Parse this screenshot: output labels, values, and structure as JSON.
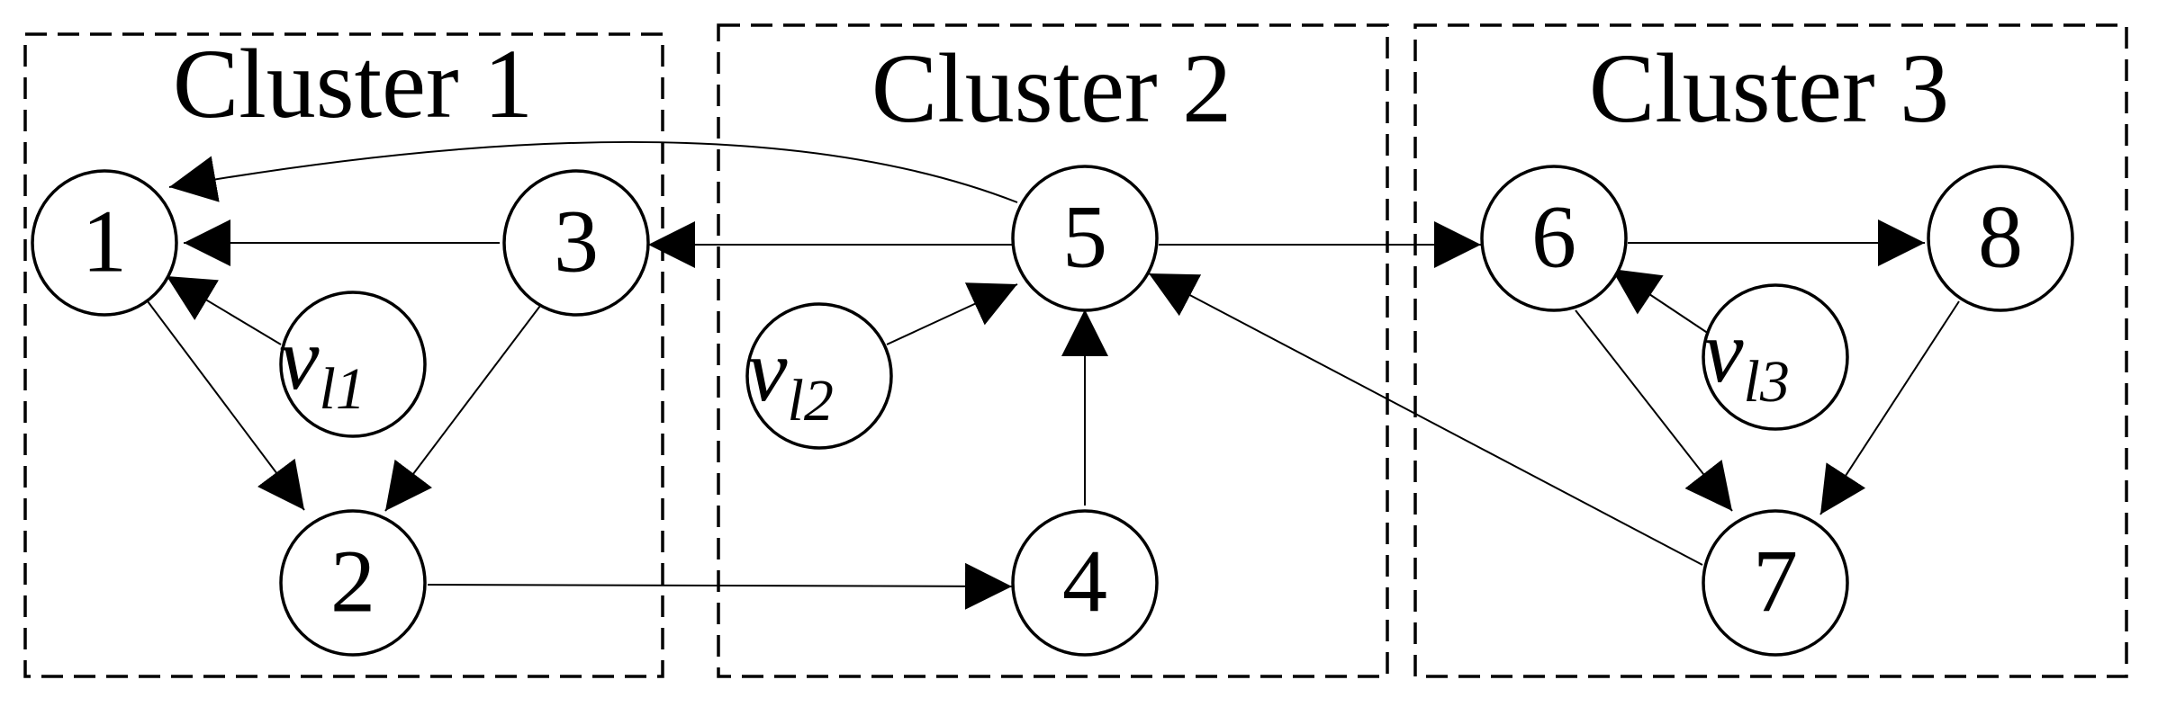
{
  "clusters": [
    {
      "id": "c1",
      "label": "Cluster 1"
    },
    {
      "id": "c2",
      "label": "Cluster 2"
    },
    {
      "id": "c3",
      "label": "Cluster 3"
    }
  ],
  "nodes": [
    {
      "id": "n1",
      "label": "1"
    },
    {
      "id": "n2",
      "label": "2"
    },
    {
      "id": "n3",
      "label": "3"
    },
    {
      "id": "n4",
      "label": "4"
    },
    {
      "id": "n5",
      "label": "5"
    },
    {
      "id": "n6",
      "label": "6"
    },
    {
      "id": "n7",
      "label": "7"
    },
    {
      "id": "n8",
      "label": "8"
    }
  ],
  "virtual_nodes": [
    {
      "id": "vl1",
      "main": "v",
      "sub": "l1"
    },
    {
      "id": "vl2",
      "main": "v",
      "sub": "l2"
    },
    {
      "id": "vl3",
      "main": "v",
      "sub": "l3"
    }
  ],
  "edges": [
    {
      "from": "n3",
      "to": "n1"
    },
    {
      "from": "vl1",
      "to": "n1"
    },
    {
      "from": "n1",
      "to": "n2"
    },
    {
      "from": "n3",
      "to": "n2"
    },
    {
      "from": "n2",
      "to": "n4"
    },
    {
      "from": "n4",
      "to": "n5"
    },
    {
      "from": "vl2",
      "to": "n5"
    },
    {
      "from": "n5",
      "to": "n3"
    },
    {
      "from": "n5",
      "to": "n1"
    },
    {
      "from": "n5",
      "to": "n6"
    },
    {
      "from": "n6",
      "to": "n8"
    },
    {
      "from": "vl3",
      "to": "n6"
    },
    {
      "from": "n6",
      "to": "n7"
    },
    {
      "from": "n8",
      "to": "n7"
    },
    {
      "from": "n7",
      "to": "n5"
    }
  ]
}
